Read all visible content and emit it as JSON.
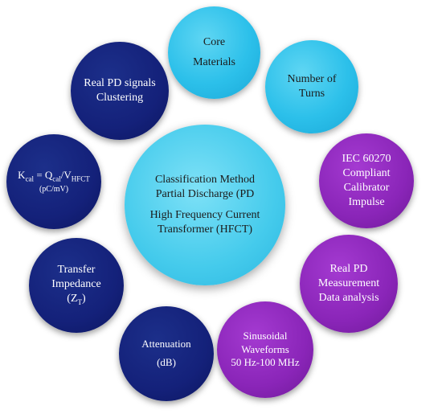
{
  "center": {
    "line1": "Classification Method",
    "line2": "Partial Discharge (PD",
    "line3": "High Frequency Current",
    "line4": "Transformer (HFCT)"
  },
  "nodes": {
    "core": {
      "line1": "Core",
      "line2": "Materials"
    },
    "turns": {
      "line1": "Number of",
      "line2": "Turns"
    },
    "iec": {
      "line1": "IEC 60270",
      "line2": "Compliant",
      "line3": "Calibrator",
      "line4": "Impulse"
    },
    "real_pd": {
      "line1": "Real PD",
      "line2": "Measurement",
      "line3": "Data analysis"
    },
    "sinusoidal": {
      "line1": "Sinusoidal",
      "line2": "Waveforms",
      "line3": "50 Hz-100 MHz"
    },
    "attenuation": {
      "line1": "Attenuation",
      "line2": "(dB)"
    },
    "transfer": {
      "line1": "Transfer",
      "line2": "Impedance",
      "line3_main": "(Z",
      "line3_sub": "T",
      "line3_end": ")"
    },
    "kcal": {
      "k": "K",
      "k_sub": "cal",
      "eq": " = Q",
      "q_sub": "cal",
      "slash": "/V",
      "v_sub": "HFCT",
      "units": "(pC/mV)"
    },
    "clustering": {
      "line1": "Real PD signals",
      "line2": "Clustering"
    }
  },
  "colors": {
    "light_blue": "#2cc0ea",
    "navy": "#14217a",
    "purple": "#8a25b8",
    "center": "#45cbec"
  }
}
